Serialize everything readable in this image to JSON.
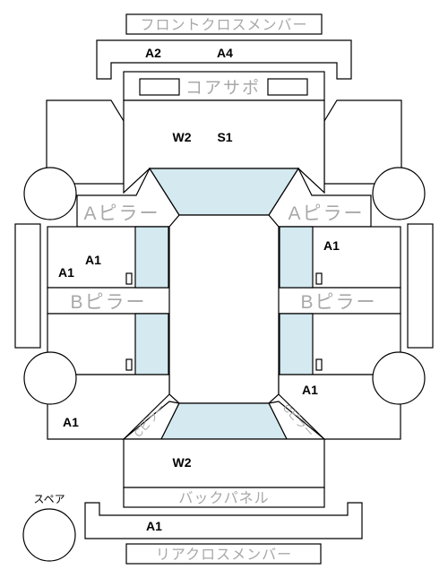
{
  "labels": {
    "front_cross_member": "フロントクロスメンバー",
    "core_support": "コアサポ",
    "a_pillar_left": "Aピラー",
    "a_pillar_right": "Aピラー",
    "b_pillar_left": "Bピラー",
    "b_pillar_right": "Bピラー",
    "back_panel": "バックパネル",
    "rear_cross_member": "リアクロスメンバー",
    "spare": "スペア",
    "c_pillar_left": "Cピラー",
    "c_pillar_right": "Cピラー"
  },
  "codes": {
    "front_member_left": "A2",
    "front_member_right": "A4",
    "hood_left": "W2",
    "hood_right": "S1",
    "front_door_left_upper": "A1",
    "front_door_left_lower": "A1",
    "front_door_right": "A1",
    "rear_door_right": "A1",
    "rear_quarter_left": "A1",
    "trunk": "W2",
    "rear_member": "A1"
  },
  "colors": {
    "glass": "#d4e9f0",
    "outline": "#000000",
    "label_gray": "#a8a8a8"
  }
}
